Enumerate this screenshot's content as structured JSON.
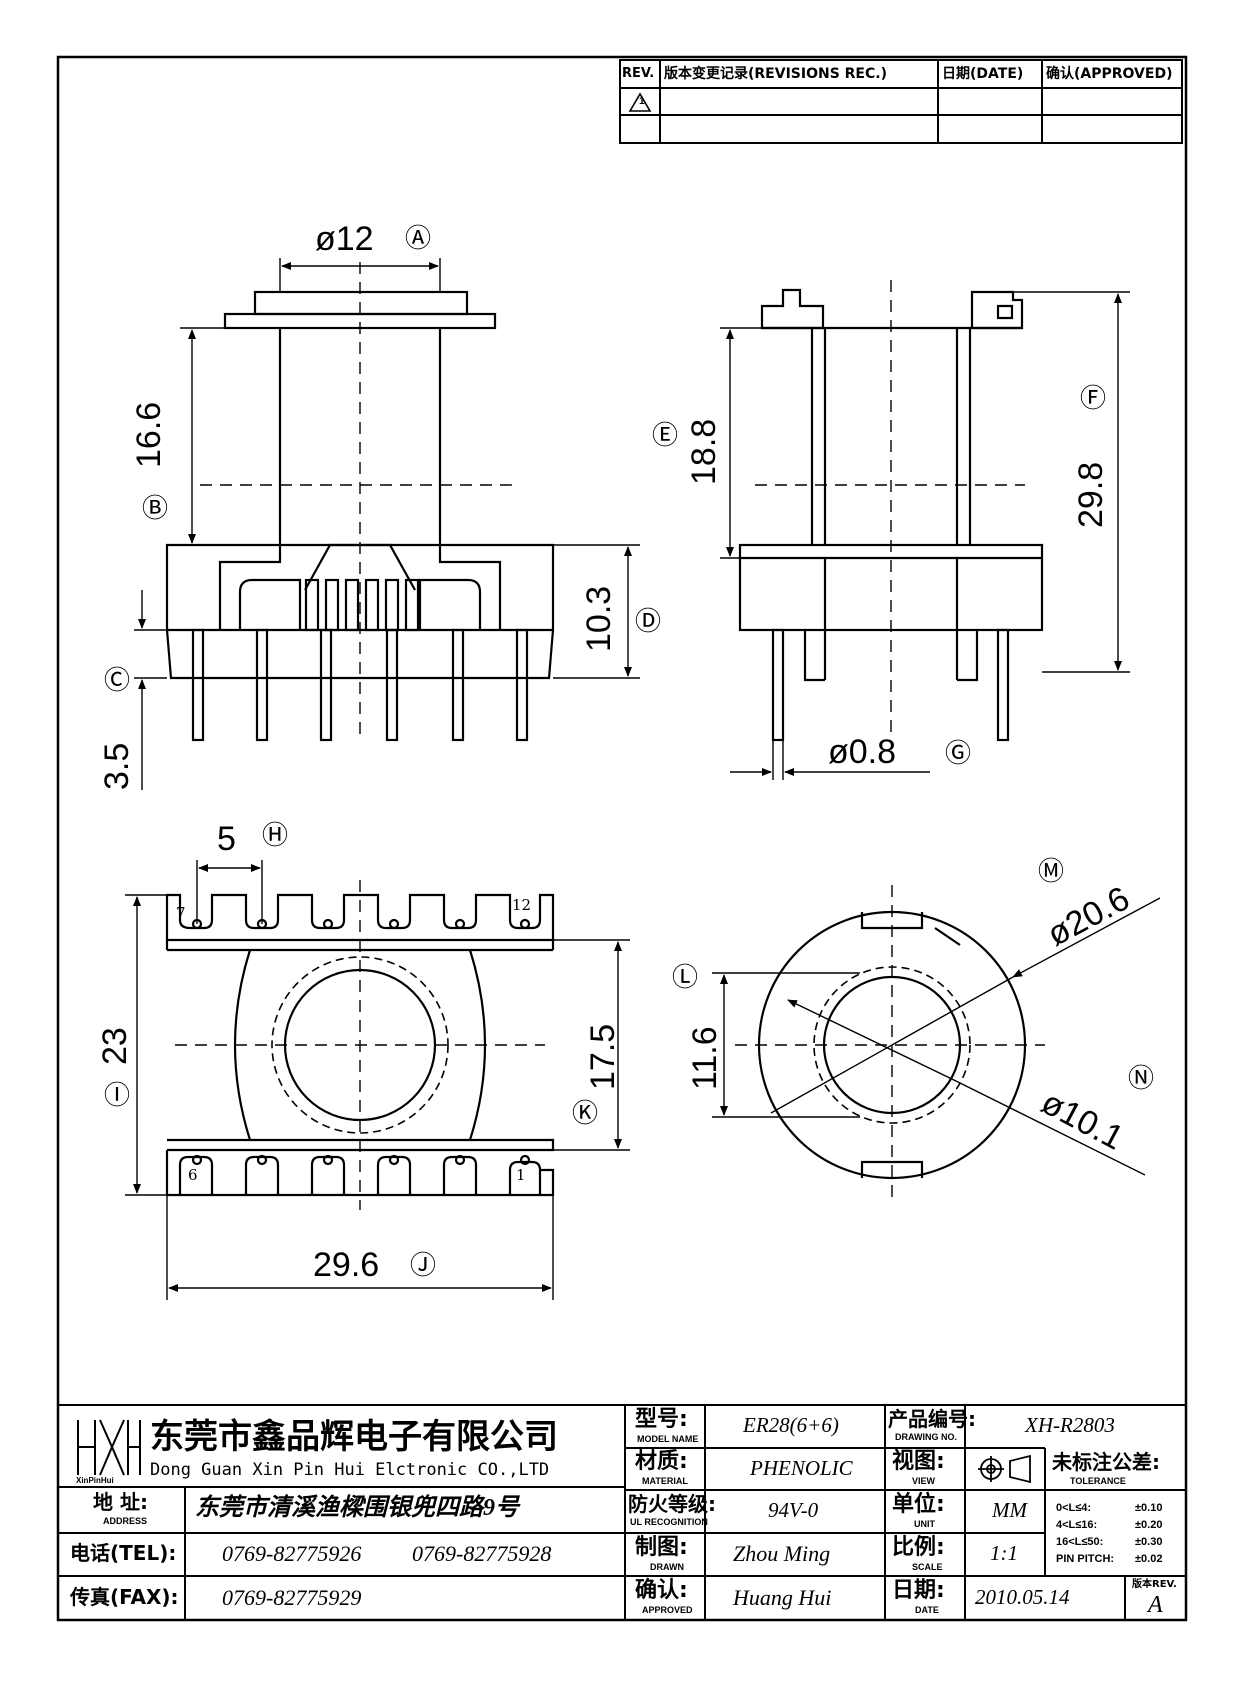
{
  "revision_block": {
    "headers": {
      "rev": "REV.",
      "record": "版本变更记录(REVISIONS REC.)",
      "date": "日期(DATE)",
      "approved": "确认(APPROVED)"
    },
    "rev_symbol": "1"
  },
  "dimensions": {
    "d12": "ø12",
    "tag_A": "Ⓐ",
    "h16_6": "16.6",
    "tag_B": "Ⓑ",
    "h10_3": "10.3",
    "tag_D": "Ⓓ",
    "h3_5": "3.5",
    "tag_C": "Ⓒ",
    "h18_8": "18.8",
    "tag_E": "Ⓔ",
    "h29_8": "29.8",
    "tag_F": "Ⓕ",
    "d0_8": "ø0.8",
    "tag_G": "Ⓖ",
    "p5": "5",
    "tag_H": "Ⓗ",
    "h23": "23",
    "tag_I": "Ⓘ",
    "h17_5": "17.5",
    "tag_K": "Ⓚ",
    "w29_6": "29.6",
    "tag_J": "Ⓙ",
    "h11_6": "11.6",
    "tag_L": "Ⓛ",
    "d20_6": "ø20.6",
    "tag_M": "Ⓜ",
    "d10_1": "ø10.1",
    "tag_N": "Ⓝ",
    "pin7": "7",
    "pin12": "12",
    "pin6": "6",
    "pin1": "1"
  },
  "title_block": {
    "company_cn": "东莞市鑫品辉电子有限公司",
    "company_en": "Dong Guan Xin Pin Hui Elctronic CO.,LTD",
    "logo_text": "XinPinHui",
    "address_label": "地 址:",
    "address_label_en": "ADDRESS",
    "address": "东莞市清溪渔樑围银兜四路9号",
    "tel_label": "电话(TEL):",
    "tel1": "0769-82775926",
    "tel2": "0769-82775928",
    "fax_label": "传真(FAX):",
    "fax": "0769-82775929",
    "model_label": "型号:",
    "model_label_en": "MODEL NAME",
    "model": "ER28(6+6)",
    "material_label": "材质:",
    "material_label_en": "MATERIAL",
    "material": "PHENOLIC",
    "ul_label": "防火等级:",
    "ul_label_en": "UL RECOGNITION",
    "ul": "94V-0",
    "drawn_label": "制图:",
    "drawn_label_en": "DRAWN",
    "drawn": "Zhou Ming",
    "approved_label": "确认:",
    "approved_label_en": "APPROVED",
    "approved": "Huang Hui",
    "drawing_no_label": "产品编号:",
    "drawing_no_label_en": "DRAWING NO.",
    "drawing_no": "XH-R2803",
    "view_label": "视图:",
    "view_label_en": "VIEW",
    "unit_label": "单位:",
    "unit_label_en": "UNIT",
    "unit": "MM",
    "scale_label": "比例:",
    "scale_label_en": "SCALE",
    "scale": "1:1",
    "date_label": "日期:",
    "date_label_en": "DATE",
    "date": "2010.05.14",
    "tolerance_label": "未标注公差:",
    "tolerance_label_en": "TOLERANCE",
    "tolerances": [
      {
        "range": "0<L≤4:",
        "value": "±0.10"
      },
      {
        "range": "4<L≤16:",
        "value": "±0.20"
      },
      {
        "range": "16<L≤50:",
        "value": "±0.30"
      },
      {
        "range": "PIN PITCH:",
        "value": "±0.02"
      }
    ],
    "rev_label": "版本REV.",
    "rev": "A"
  }
}
